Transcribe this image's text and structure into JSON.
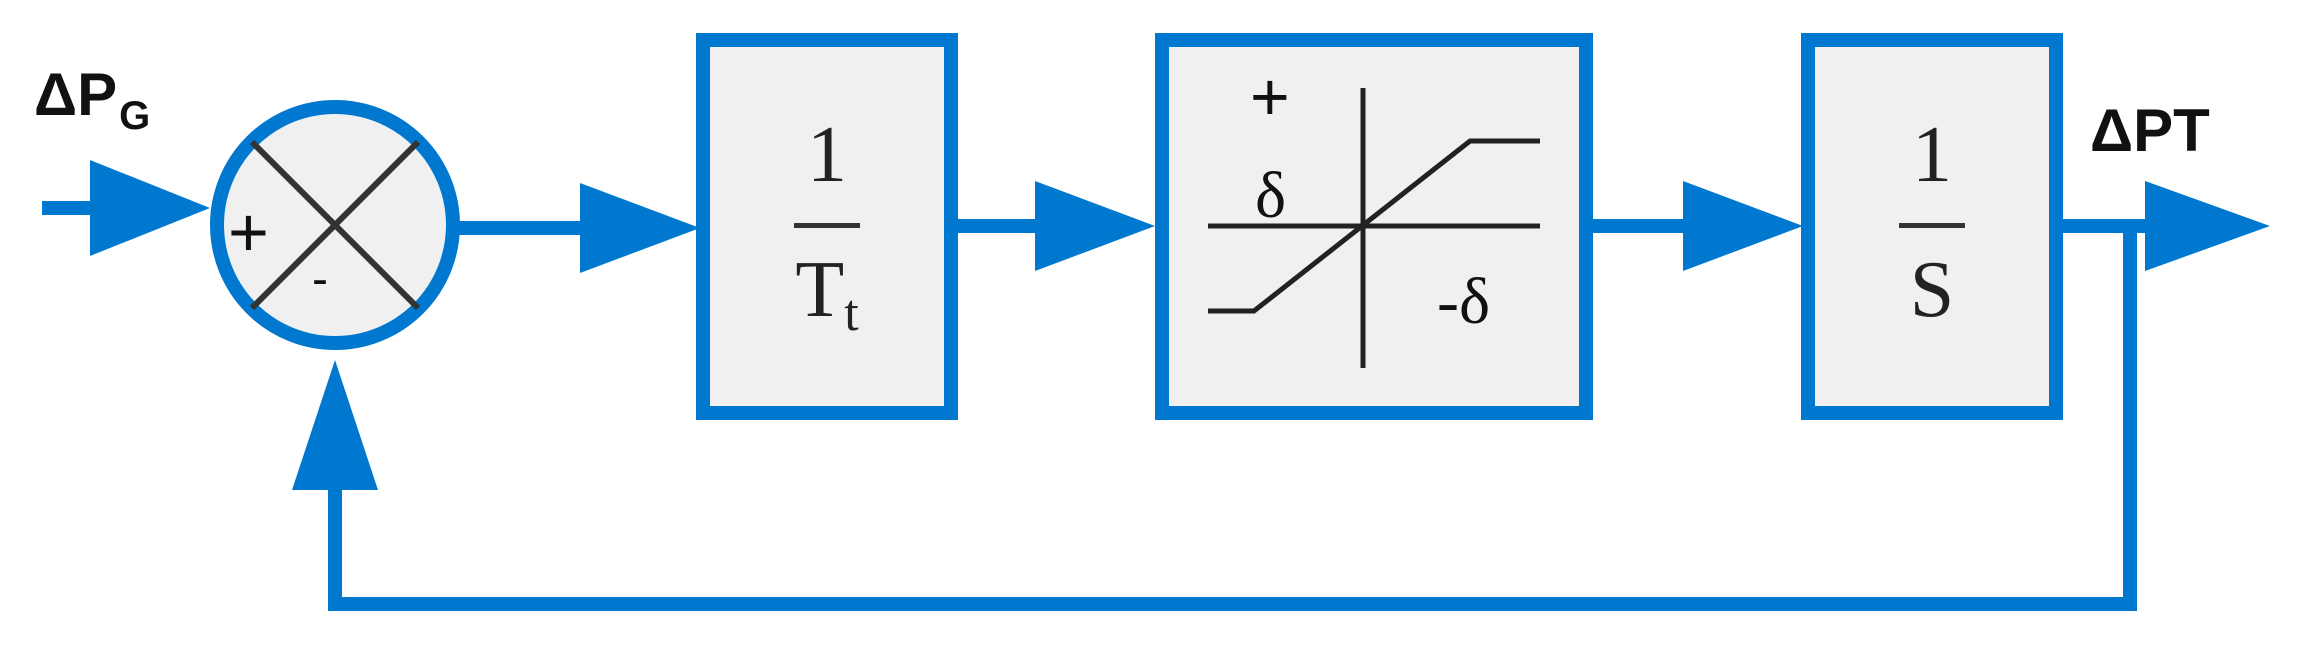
{
  "input_label": {
    "main": "ΔP",
    "sub": "G"
  },
  "output_label": "ΔPT",
  "summer": {
    "plus": "+",
    "minus": "-"
  },
  "gain_block": {
    "numerator": "1",
    "denominator": "T",
    "denominator_sub": "t"
  },
  "saturation_block": {
    "upper": "+",
    "upper_delta": "δ",
    "lower": "-δ"
  },
  "integrator_block": {
    "numerator": "1",
    "denominator": "S"
  },
  "colors": {
    "line": "#0078d0",
    "block_fill": "#f0f0f0",
    "text": "#111111"
  }
}
